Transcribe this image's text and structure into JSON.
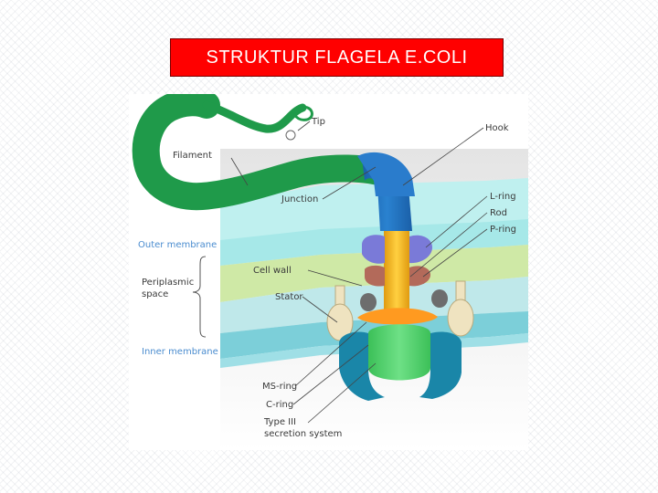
{
  "title": "STRUKTUR FLAGELA E.COLI",
  "diagram": {
    "labels": {
      "tip": "Tip",
      "hook": "Hook",
      "filament": "Filament",
      "junction": "Junction",
      "l_ring": "L-ring",
      "rod": "Rod",
      "p_ring": "P-ring",
      "outer_membrane": "Outer membrane",
      "periplasmic_line1": "Periplasmic",
      "periplasmic_line2": "space",
      "cell_wall": "Cell wall",
      "stator": "Stator",
      "inner_membrane": "Inner membrane",
      "ms_ring": "MS-ring",
      "c_ring": "C-ring",
      "type3_line1": "Type III",
      "type3_line2": "secretion system"
    },
    "colors": {
      "filament": "#1f9a4a",
      "hook": "#1f6fc0",
      "rod": "#f0b020",
      "outer_membrane": "#9ee6e6",
      "cell_wall": "#c9e89a",
      "inner_membrane": "#7ccfd9",
      "l_ring": "#7a7ad8",
      "p_ring": "#b36a5a",
      "stator": "#efe3c0",
      "ms_ring": "#ff9a20",
      "c_ring": "#1a86a8",
      "type3": "#4fd06a",
      "label_blue": "#4a8ccf"
    }
  }
}
